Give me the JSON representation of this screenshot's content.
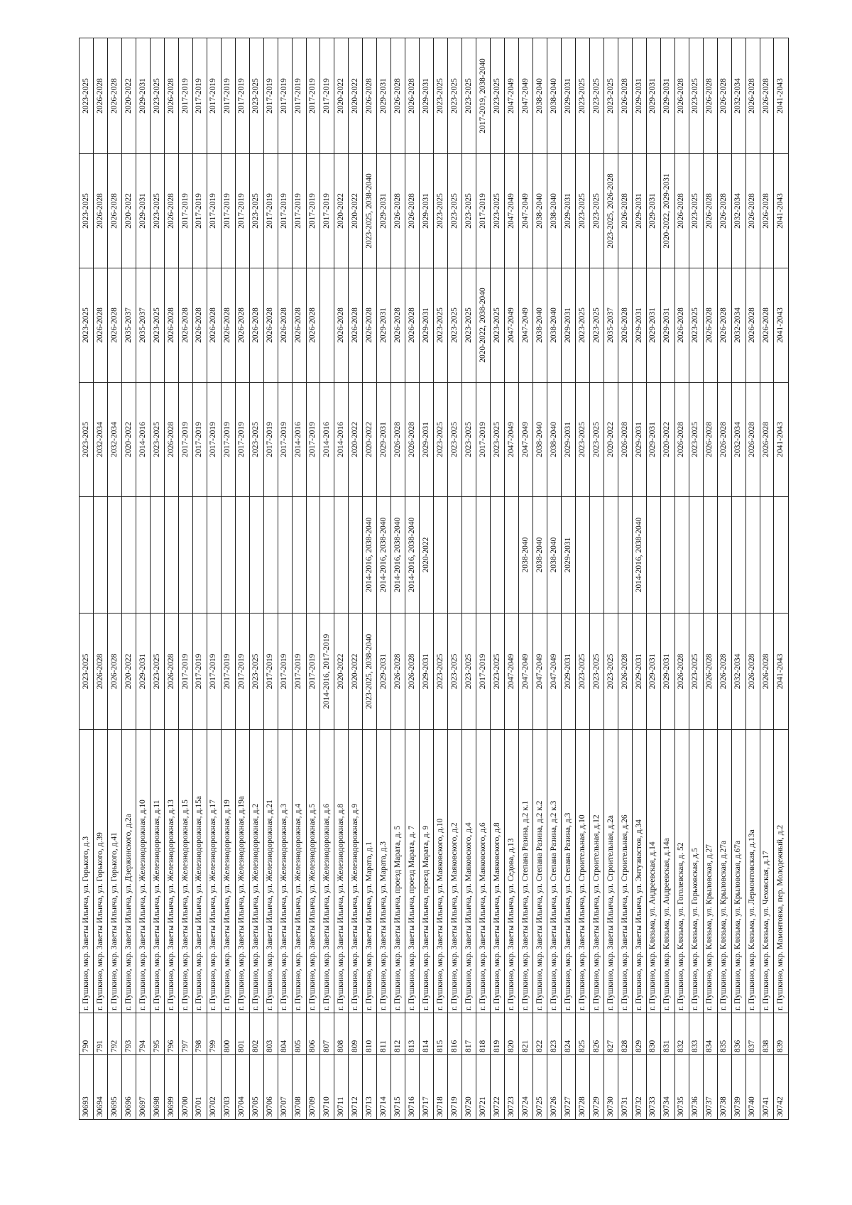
{
  "rows": [
    [
      "30693",
      "790",
      "г. Пушкино, мкр. Заветы Ильича, ул. Горького, д.3",
      "2023-2025",
      "",
      "2023-2025",
      "2023-2025",
      "2023-2025",
      "2023-2025"
    ],
    [
      "30694",
      "791",
      "г. Пушкино, мкр. Заветы Ильича, ул. Горького, д.39",
      "2026-2028",
      "",
      "2032-2034",
      "2026-2028",
      "2026-2028",
      "2026-2028"
    ],
    [
      "30695",
      "792",
      "г. Пушкино, мкр. Заветы Ильича, ул. Горького, д.41",
      "2026-2028",
      "",
      "2032-2034",
      "2026-2028",
      "2026-2028",
      "2026-2028"
    ],
    [
      "30696",
      "793",
      "г. Пушкино, мкр. Заветы Ильича, ул. Дзержинского, д.2а",
      "2020-2022",
      "",
      "2020-2022",
      "2035-2037",
      "2020-2022",
      "2020-2022"
    ],
    [
      "30697",
      "794",
      "г. Пушкино, мкр. Заветы Ильича, ул. Железнодорожная, д.10",
      "2029-2031",
      "",
      "2014-2016",
      "2035-2037",
      "2029-2031",
      "2029-2031"
    ],
    [
      "30698",
      "795",
      "г. Пушкино, мкр. Заветы Ильича, ул. Железнодорожная, д.11",
      "2023-2025",
      "",
      "2023-2025",
      "2023-2025",
      "2023-2025",
      "2023-2025"
    ],
    [
      "30699",
      "796",
      "г. Пушкино, мкр. Заветы Ильича, ул. Железнодорожная, д.13",
      "2026-2028",
      "",
      "2026-2028",
      "2026-2028",
      "2026-2028",
      "2026-2028"
    ],
    [
      "30700",
      "797",
      "г. Пушкино, мкр. Заветы Ильича, ул. Железнодорожная, д.15",
      "2017-2019",
      "",
      "2017-2019",
      "2026-2028",
      "2017-2019",
      "2017-2019"
    ],
    [
      "30701",
      "798",
      "г. Пушкино, мкр. Заветы Ильича, ул. Железнодорожная, д.15а",
      "2017-2019",
      "",
      "2017-2019",
      "2026-2028",
      "2017-2019",
      "2017-2019"
    ],
    [
      "30702",
      "799",
      "г. Пушкино, мкр. Заветы Ильича, ул. Железнодорожная, д.17",
      "2017-2019",
      "",
      "2017-2019",
      "2026-2028",
      "2017-2019",
      "2017-2019"
    ],
    [
      "30703",
      "800",
      "г. Пушкино, мкр. Заветы Ильича, ул. Железнодорожная, д.19",
      "2017-2019",
      "",
      "2017-2019",
      "2026-2028",
      "2017-2019",
      "2017-2019"
    ],
    [
      "30704",
      "801",
      "г. Пушкино, мкр. Заветы Ильича, ул. Железнодорожная, д.19а",
      "2017-2019",
      "",
      "2017-2019",
      "2026-2028",
      "2017-2019",
      "2017-2019"
    ],
    [
      "30705",
      "802",
      "г. Пушкино, мкр. Заветы Ильича, ул. Железнодорожная, д.2",
      "2023-2025",
      "",
      "2023-2025",
      "2026-2028",
      "2023-2025",
      "2023-2025"
    ],
    [
      "30706",
      "803",
      "г. Пушкино, мкр. Заветы Ильича, ул. Железнодорожная, д.21",
      "2017-2019",
      "",
      "2017-2019",
      "2026-2028",
      "2017-2019",
      "2017-2019"
    ],
    [
      "30707",
      "804",
      "г. Пушкино, мкр. Заветы Ильича, ул. Железнодорожная, д.3",
      "2017-2019",
      "",
      "2017-2019",
      "2026-2028",
      "2017-2019",
      "2017-2019"
    ],
    [
      "30708",
      "805",
      "г. Пушкино, мкр. Заветы Ильича, ул. Железнодорожная, д.4",
      "2017-2019",
      "",
      "2014-2016",
      "2026-2028",
      "2017-2019",
      "2017-2019"
    ],
    [
      "30709",
      "806",
      "г. Пушкино, мкр. Заветы Ильича, ул. Железнодорожная, д.5",
      "2017-2019",
      "",
      "2017-2019",
      "2026-2028",
      "2017-2019",
      "2017-2019"
    ],
    [
      "30710",
      "807",
      "г. Пушкино, мкр. Заветы Ильича, ул. Железнодорожная, д.6",
      "2014-2016, 2017-2019",
      "",
      "2014-2016",
      "",
      "2017-2019",
      "2017-2019"
    ],
    [
      "30711",
      "808",
      "г. Пушкино, мкр. Заветы Ильича, ул. Железнодорожная, д.8",
      "2020-2022",
      "",
      "2014-2016",
      "2026-2028",
      "2020-2022",
      "2020-2022"
    ],
    [
      "30712",
      "809",
      "г. Пушкино, мкр. Заветы Ильича, ул. Железнодорожная, д.9",
      "2020-2022",
      "",
      "2020-2022",
      "2026-2028",
      "2020-2022",
      "2020-2022"
    ],
    [
      "30713",
      "810",
      "г. Пушкино, мкр. Заветы Ильича, ул. Марата, д.1",
      "2023-2025, 2038-2040",
      "2014-2016, 2038-2040",
      "2020-2022",
      "2026-2028",
      "2023-2025, 2038-2040",
      "2026-2028"
    ],
    [
      "30714",
      "811",
      "г. Пушкино, мкр. Заветы Ильича, ул. Марата, д.3",
      "2029-2031",
      "2014-2016, 2038-2040",
      "2029-2031",
      "2029-2031",
      "2029-2031",
      "2029-2031"
    ],
    [
      "30715",
      "812",
      "г. Пушкино, мкр. Заветы Ильича, проезд Марата, д. 5",
      "2026-2028",
      "2014-2016, 2038-2040",
      "2026-2028",
      "2026-2028",
      "2026-2028",
      "2026-2028"
    ],
    [
      "30716",
      "813",
      "г. Пушкино, мкр. Заветы Ильича, проезд Марата, д. 7",
      "2026-2028",
      "2014-2016, 2038-2040",
      "2026-2028",
      "2026-2028",
      "2026-2028",
      "2026-2028"
    ],
    [
      "30717",
      "814",
      "г. Пушкино, мкр. Заветы Ильича, проезд Марата, д. 9",
      "2029-2031",
      "2020-2022",
      "2029-2031",
      "2029-2031",
      "2029-2031",
      "2029-2031"
    ],
    [
      "30718",
      "815",
      "г. Пушкино, мкр. Заветы Ильича, ул. Маяковского, д.10",
      "2023-2025",
      "",
      "2023-2025",
      "2023-2025",
      "2023-2025",
      "2023-2025"
    ],
    [
      "30719",
      "816",
      "г. Пушкино, мкр. Заветы Ильича, ул. Маяковского, д.2",
      "2023-2025",
      "",
      "2023-2025",
      "2023-2025",
      "2023-2025",
      "2023-2025"
    ],
    [
      "30720",
      "817",
      "г. Пушкино, мкр. Заветы Ильича, ул. Маяковского, д.4",
      "2023-2025",
      "",
      "2023-2025",
      "2023-2025",
      "2023-2025",
      "2023-2025"
    ],
    [
      "30721",
      "818",
      "г. Пушкино, мкр. Заветы Ильича, ул. Маяковского, д.6",
      "2017-2019",
      "",
      "2017-2019",
      "2020-2022, 2038-2040",
      "2017-2019",
      "2017-2019, 2038-2040"
    ],
    [
      "30722",
      "819",
      "г. Пушкино, мкр. Заветы Ильича, ул. Маяковского, д.8",
      "2023-2025",
      "",
      "2023-2025",
      "2023-2025",
      "2023-2025",
      "2023-2025"
    ],
    [
      "30723",
      "820",
      "г. Пушкино, мкр. Заветы Ильича, ул. Седова, д.13",
      "2047-2049",
      "",
      "2047-2049",
      "2047-2049",
      "2047-2049",
      "2047-2049"
    ],
    [
      "30724",
      "821",
      "г. Пушкино, мкр. Заветы Ильича, ул. Степана Разина, д.2 к.1",
      "2047-2049",
      "2038-2040",
      "2047-2049",
      "2047-2049",
      "2047-2049",
      "2047-2049"
    ],
    [
      "30725",
      "822",
      "г. Пушкино, мкр. Заветы Ильича, ул. Степана Разина, д.2 к.2",
      "2047-2049",
      "2038-2040",
      "2038-2040",
      "2038-2040",
      "2038-2040",
      "2038-2040"
    ],
    [
      "30726",
      "823",
      "г. Пушкино, мкр. Заветы Ильича, ул. Степана Разина, д.2 к.3",
      "2047-2049",
      "2038-2040",
      "2038-2040",
      "2038-2040",
      "2038-2040",
      "2038-2040"
    ],
    [
      "30727",
      "824",
      "г. Пушкино, мкр. Заветы Ильича, ул. Степана Разина, д.3",
      "2029-2031",
      "2029-2031",
      "2029-2031",
      "2029-2031",
      "2029-2031",
      "2029-2031"
    ],
    [
      "30728",
      "825",
      "г. Пушкино, мкр. Заветы Ильича, ул. Строительная, д.10",
      "2023-2025",
      "",
      "2023-2025",
      "2023-2025",
      "2023-2025",
      "2023-2025"
    ],
    [
      "30729",
      "826",
      "г. Пушкино, мкр. Заветы Ильича, ул. Строительная, д.12",
      "2023-2025",
      "",
      "2023-2025",
      "2023-2025",
      "2023-2025",
      "2023-2025"
    ],
    [
      "30730",
      "827",
      "г. Пушкино, мкр. Заветы Ильича, ул. Строительная, д.2а",
      "2023-2025",
      "",
      "2020-2022",
      "2035-2037",
      "2023-2025, 2026-2028",
      "2023-2025"
    ],
    [
      "30731",
      "828",
      "г. Пушкино, мкр. Заветы Ильича, ул. Строительная, д.26",
      "2026-2028",
      "",
      "2026-2028",
      "2026-2028",
      "2026-2028",
      "2026-2028"
    ],
    [
      "30732",
      "829",
      "г. Пушкино, мкр. Заветы Ильича, ул. Энтузиастов, д.34",
      "2029-2031",
      "2014-2016, 2038-2040",
      "2029-2031",
      "2029-2031",
      "2029-2031",
      "2029-2031"
    ],
    [
      "30733",
      "830",
      "г. Пушкино, мкр. Клязьма, ул. Андреевская, д.14",
      "2029-2031",
      "",
      "2029-2031",
      "2029-2031",
      "2029-2031",
      "2029-2031"
    ],
    [
      "30734",
      "831",
      "г. Пушкино, мкр. Клязьма, ул. Андреевская, д.14а",
      "2029-2031",
      "",
      "2020-2022",
      "2029-2031",
      "2020-2022, 2029-2031",
      "2029-2031"
    ],
    [
      "30735",
      "832",
      "г. Пушкино, мкр. Клязьма, ул. Гоголевская, д. 52",
      "2026-2028",
      "",
      "2026-2028",
      "2026-2028",
      "2026-2028",
      "2026-2028"
    ],
    [
      "30736",
      "833",
      "г. Пушкино, мкр. Клязьма, ул. Горьковская, д.5",
      "2023-2025",
      "",
      "2023-2025",
      "2023-2025",
      "2023-2025",
      "2023-2025"
    ],
    [
      "30737",
      "834",
      "г. Пушкино, мкр. Клязьма, ул. Крыловская, д.27",
      "2026-2028",
      "",
      "2026-2028",
      "2026-2028",
      "2026-2028",
      "2026-2028"
    ],
    [
      "30738",
      "835",
      "г. Пушкино, мкр. Клязьма, ул. Крыловская, д.27а",
      "2026-2028",
      "",
      "2026-2028",
      "2026-2028",
      "2026-2028",
      "2026-2028"
    ],
    [
      "30739",
      "836",
      "г. Пушкино, мкр. Клязьма, ул. Крыловская, д.67а",
      "2032-2034",
      "",
      "2032-2034",
      "2032-2034",
      "2032-2034",
      "2032-2034"
    ],
    [
      "30740",
      "837",
      "г. Пушкино, мкр. Клязьма, ул. Лермонтовская, д.13а",
      "2026-2028",
      "",
      "2026-2028",
      "2026-2028",
      "2026-2028",
      "2026-2028"
    ],
    [
      "30741",
      "838",
      "г. Пушкино, мкр. Клязьма, ул. Чеховская, д.17",
      "2026-2028",
      "",
      "2026-2028",
      "2026-2028",
      "2026-2028",
      "2026-2028"
    ],
    [
      "30742",
      "839",
      "г. Пушкино, мкр. Мамонтовка, пер. Молодежный, д.2",
      "2041-2043",
      "",
      "2041-2043",
      "2041-2043",
      "2041-2043",
      "2041-2043"
    ]
  ]
}
